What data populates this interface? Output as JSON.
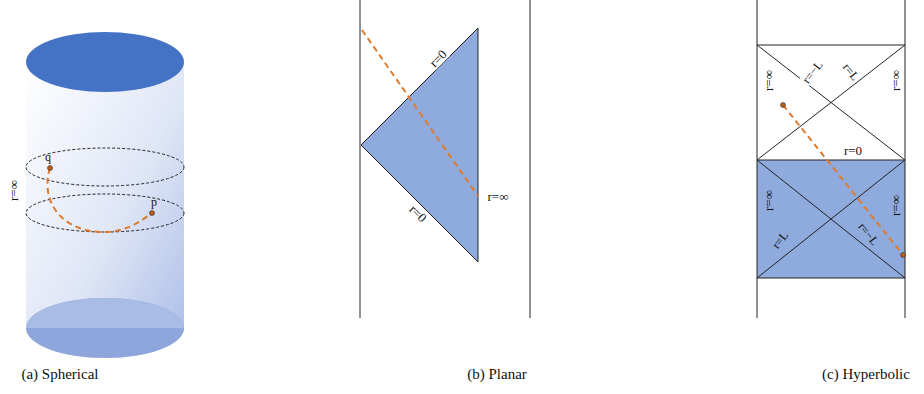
{
  "diagram": {
    "labels": [
      "r=∞",
      "q",
      "p",
      "r=0",
      "r=∞",
      "r=0",
      "r=∞",
      "r=∞",
      "r=−L",
      "r=L",
      "r=0",
      "r=∞",
      "r=∞",
      "r=L",
      "r=−L",
      "(a) Spherical",
      "(b) Planar",
      "(c) Hyperbolic"
    ]
  }
}
